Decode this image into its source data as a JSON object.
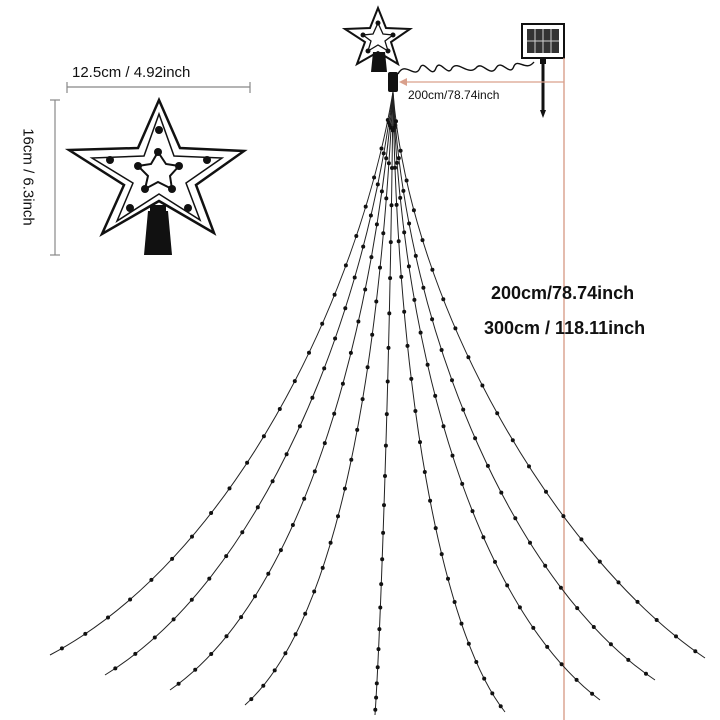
{
  "dimensions": {
    "star_width": "12.5cm / 4.92inch",
    "star_height": "16cm / 6.3inch",
    "cable_length": "200cm/78.74inch",
    "strand_length_short": "200cm/78.74inch",
    "strand_length_long": "300cm / 118.11inch"
  },
  "colors": {
    "wire": "#222222",
    "bulb": "#111111",
    "dimension_line": "#888888",
    "measure_line": "#d9a08c"
  },
  "icons": {
    "star_topper": "star-topper-icon",
    "solar_panel": "solar-panel-icon"
  }
}
